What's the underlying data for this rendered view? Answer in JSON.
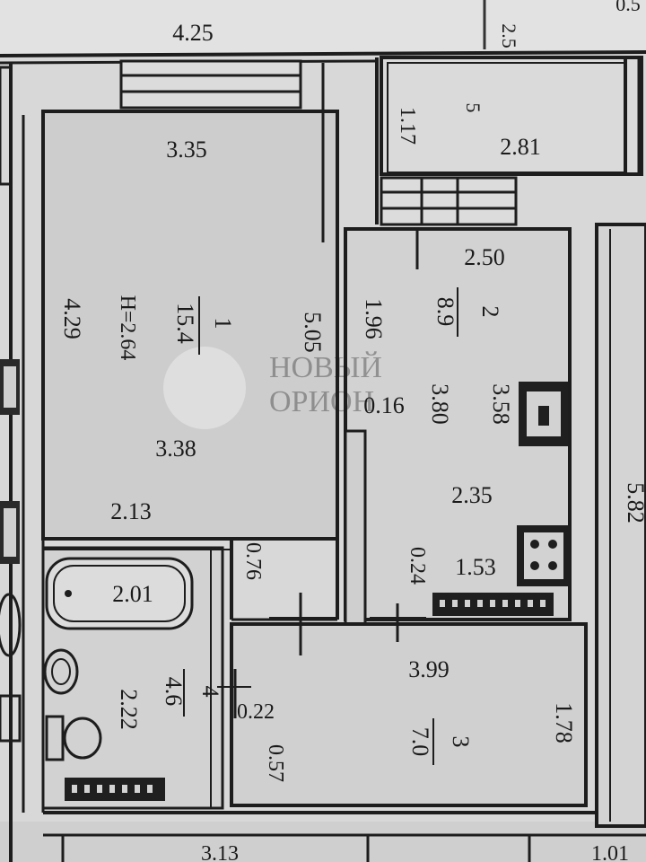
{
  "plan": {
    "rooms": [
      {
        "id": "1",
        "area": "15.4",
        "note": "H=2.64"
      },
      {
        "id": "2",
        "area": "8.9"
      },
      {
        "id": "3",
        "area": "7.0"
      },
      {
        "id": "4",
        "area": "4.6"
      },
      {
        "id": "5"
      }
    ],
    "dimensions": {
      "top_left": "4.25",
      "balcony_width": "2.81",
      "balcony_depth": "1.17",
      "room1_top": "3.35",
      "room1_left": "4.29",
      "room1_right": "5.05",
      "room1_mid": "3.38",
      "room1_bottom": "2.13",
      "room1_notch": "0.76",
      "kitchen_top": "2.50",
      "kitchen_left": "1.96",
      "kitchen_niche": "0.16",
      "kitchen_mid": "3.80",
      "kitchen_right": "3.58",
      "kitchen_lower": "2.35",
      "kitchen_stove": "1.53",
      "kitchen_small": "0.24",
      "hall_top": "3.99",
      "hall_right": "1.78",
      "hall_a": "0.22",
      "hall_b": "0.57",
      "bath_tub": "2.01",
      "bath_side": "2.22",
      "right_side": "5.82",
      "bottom_left": "3.13",
      "bottom_right": "1.01",
      "top_right_cut": "0.5",
      "top_stair": "2.5"
    },
    "watermark": {
      "line1": "НОВЫЙ",
      "line2": "ОРИОН"
    }
  }
}
